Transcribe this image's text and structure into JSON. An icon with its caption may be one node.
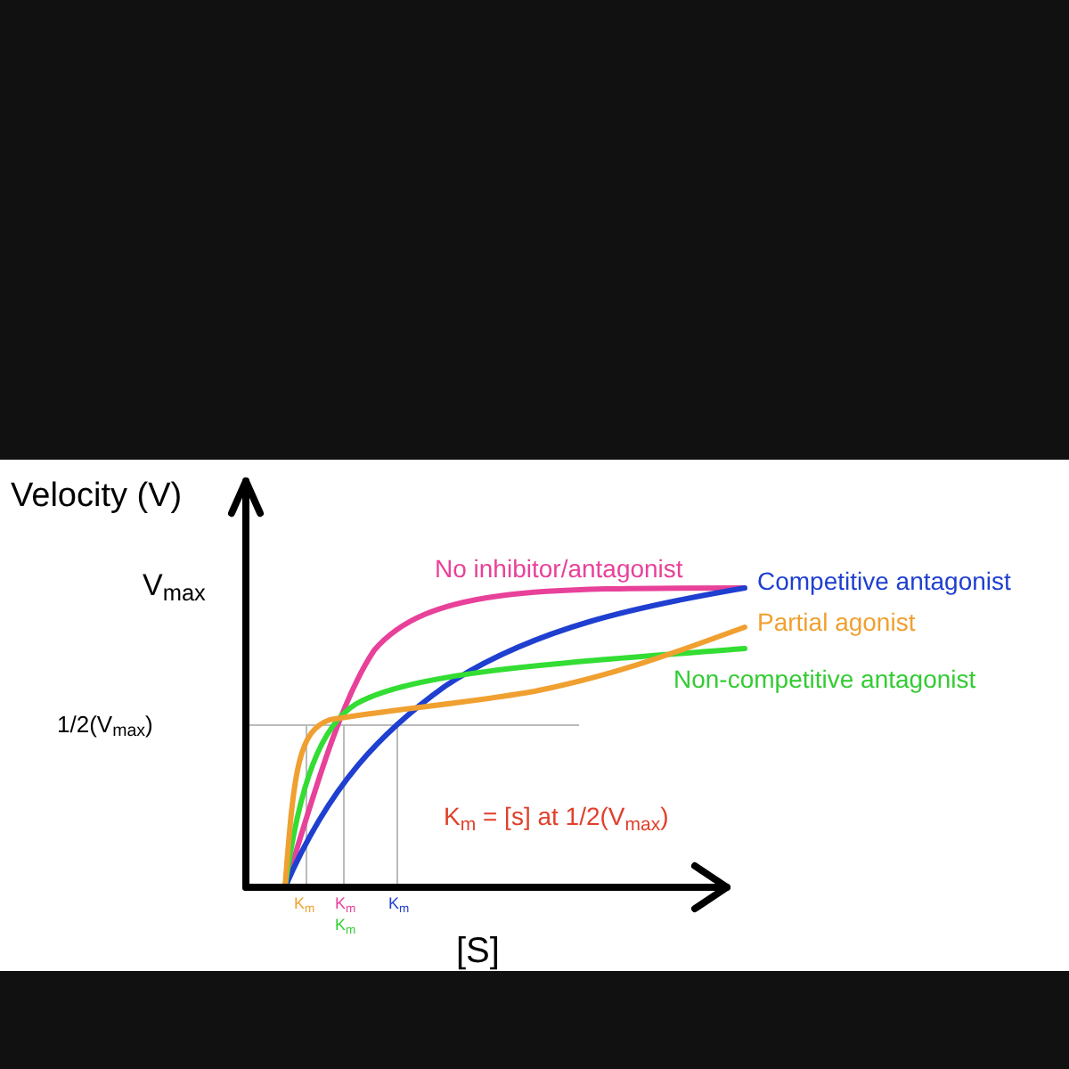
{
  "diagram": {
    "labels": [
      "Velocity (V)",
      "V$_{max}$",
      "No inhibitor/antagonist",
      "Competitive antagonist",
      "Partial agonist",
      "Non-competitive antagonist",
      "1/2(V$_{max}$)",
      "K$_{m}$ = [s] at 1/2(V$_{max}$)",
      "K$_{m}$",
      "K$_{m}$",
      "K$_{m}$",
      "K$_{m}$",
      "[S]"
    ]
  }
}
